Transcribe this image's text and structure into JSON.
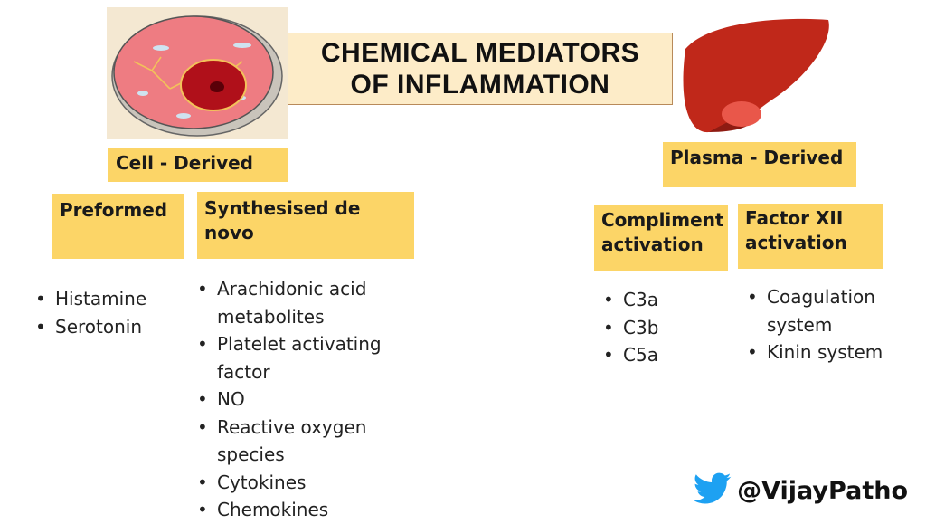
{
  "title": "CHEMICAL MEDIATORS\nOF INFLAMMATION",
  "cell_derived": {
    "label": "Cell - Derived",
    "preformed": {
      "label": "Preformed",
      "items": [
        "Histamine",
        "Serotonin"
      ]
    },
    "synthesised": {
      "label": "Synthesised de novo",
      "items": [
        "Arachidonic acid metabolites",
        "Platelet activating factor",
        "NO",
        "Reactive oxygen species",
        "Cytokines",
        "Chemokines"
      ]
    }
  },
  "plasma_derived": {
    "label": "Plasma - Derived",
    "complement": {
      "label": "Compliment activation",
      "items": [
        "C3a",
        "C3b",
        "C5a"
      ]
    },
    "factor_xii": {
      "label": "Factor XII activation",
      "items": [
        "Coagulation system",
        "Kinin system"
      ]
    }
  },
  "social": {
    "handle": "@VijayPatho",
    "icon": "twitter-bird-icon"
  },
  "colors": {
    "box_yellow": "#fcd567",
    "title_bg": "#fdecc8",
    "twitter_blue": "#1da1f2",
    "liver_red": "#c0281a"
  }
}
